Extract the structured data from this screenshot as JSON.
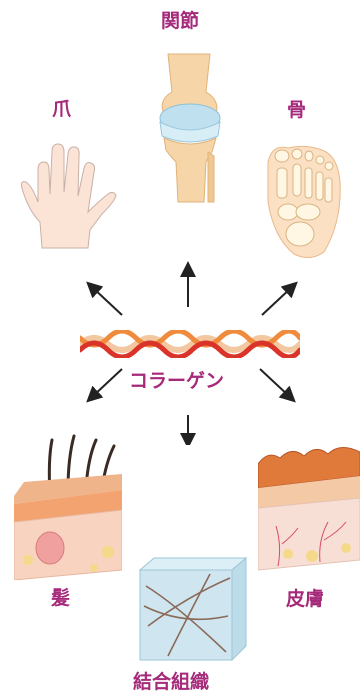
{
  "center": {
    "label": "コラーゲン"
  },
  "items": {
    "joint": {
      "label": "関節"
    },
    "nail": {
      "label": "爪"
    },
    "bone": {
      "label": "骨"
    },
    "hair": {
      "label": "髪"
    },
    "skin": {
      "label": "皮膚"
    },
    "connective_tissue": {
      "label": "結合組織"
    }
  },
  "colors": {
    "label": "#a52a7a",
    "arrow": "#222222",
    "collagen_red": "#d9332a",
    "collagen_orange": "#f08a3c",
    "collagen_peach": "#f3c7a0"
  }
}
